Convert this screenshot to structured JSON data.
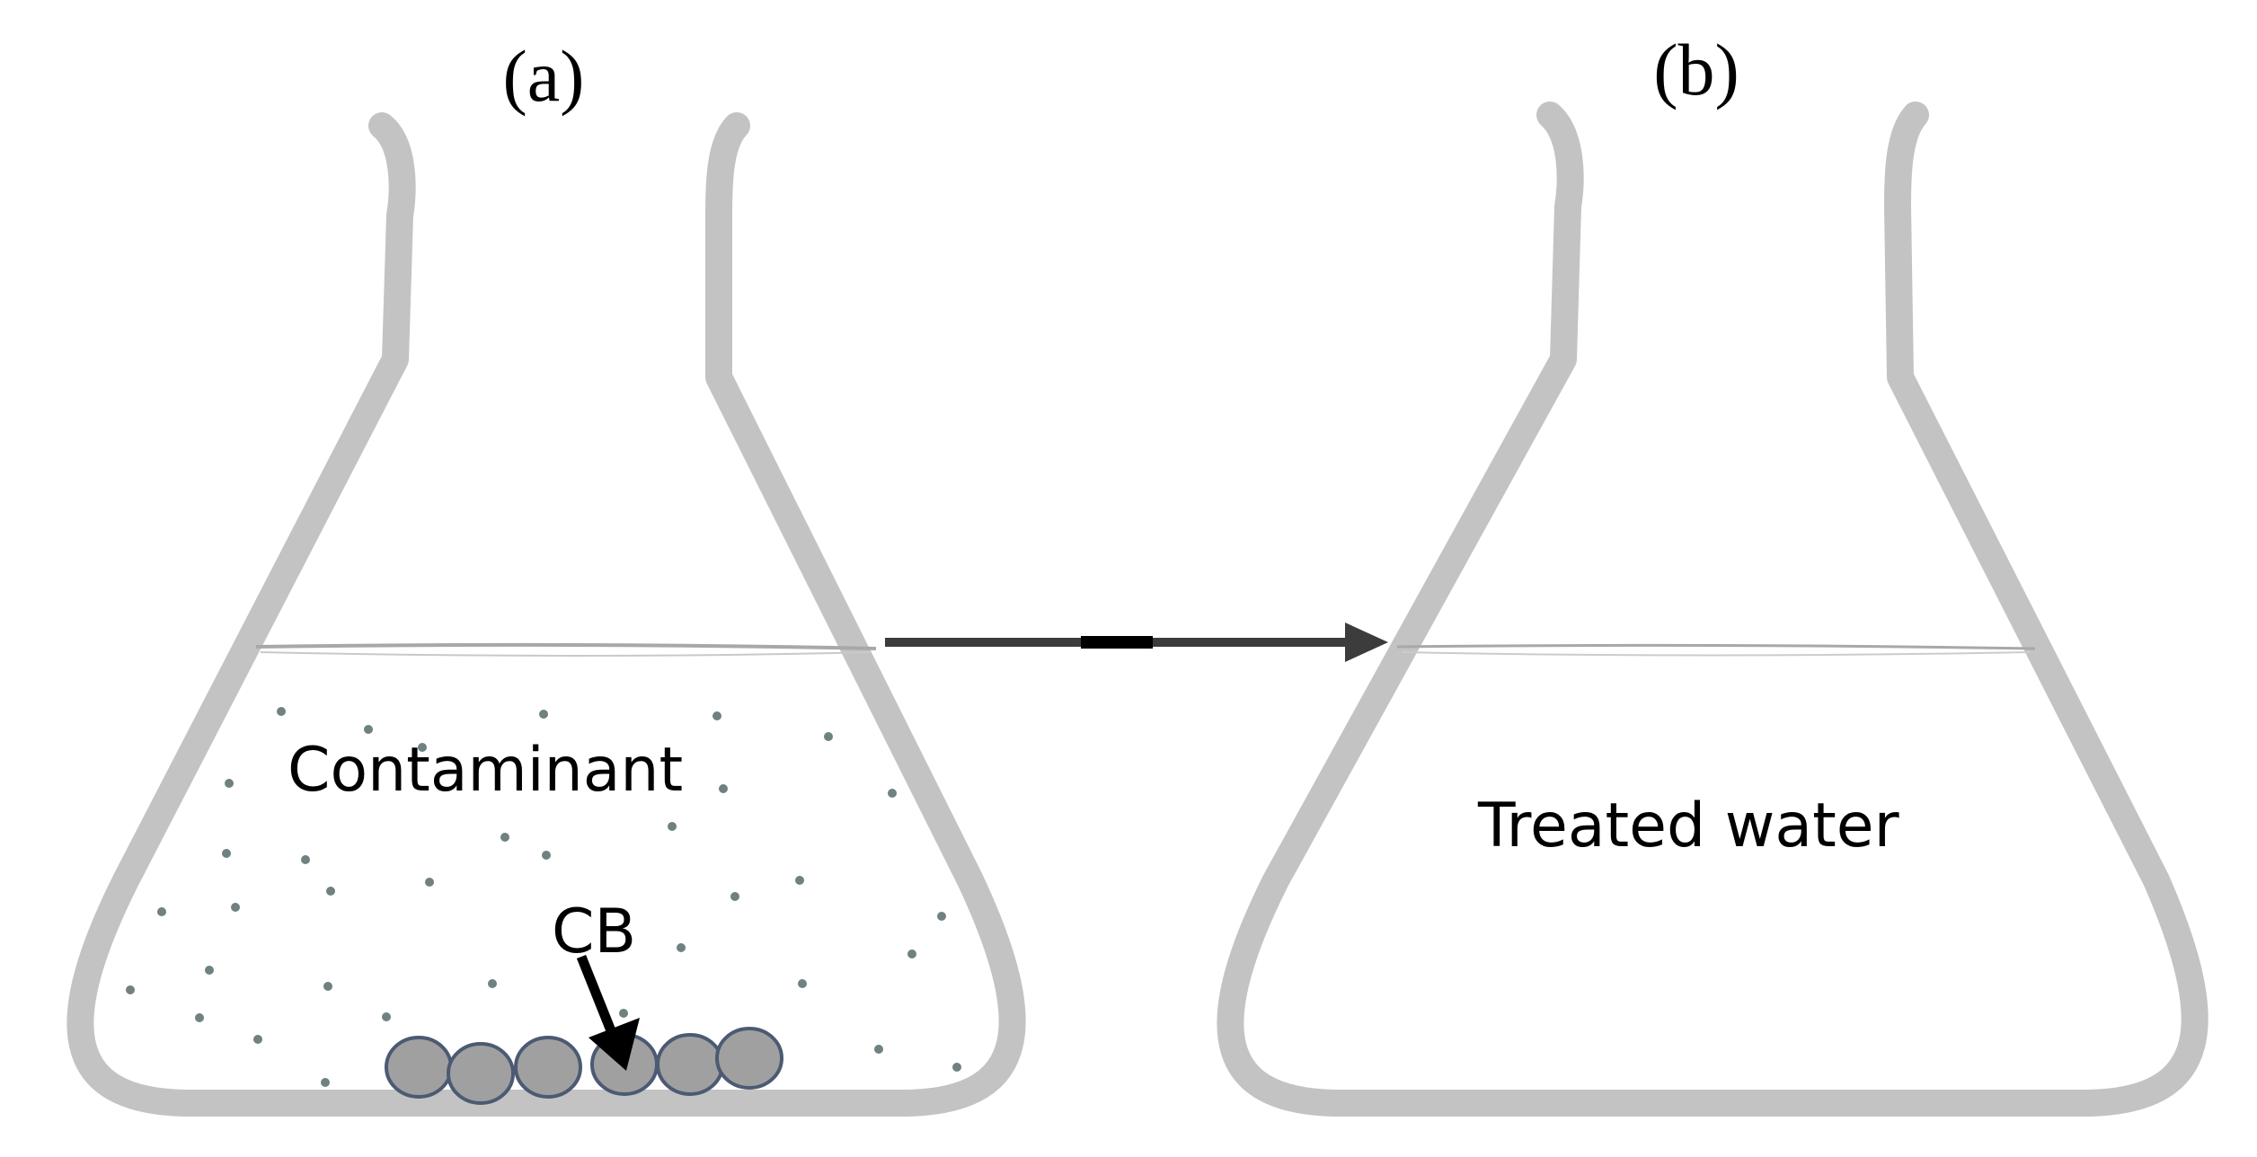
{
  "diagram": {
    "panels": [
      {
        "id": "a",
        "label": "(a)",
        "content_label": "Contaminant"
      },
      {
        "id": "b",
        "label": "(b)",
        "content_label": "Treated water"
      }
    ],
    "adsorbent_label": "CB",
    "colors": {
      "flask": "#c3c3c3",
      "water_line": "#a8a8a8",
      "contaminant_dot": "#6f8180",
      "bead_fill": "#a0a0a0",
      "bead_stroke": "#4c5a73",
      "process_arrow": "#3c3c3c",
      "pointer_arrow": "#000000"
    },
    "icons": {
      "flask": "erlenmeyer-flask-icon",
      "bead": "adsorbent-bead-icon",
      "arrow": "right-arrow-icon"
    }
  }
}
